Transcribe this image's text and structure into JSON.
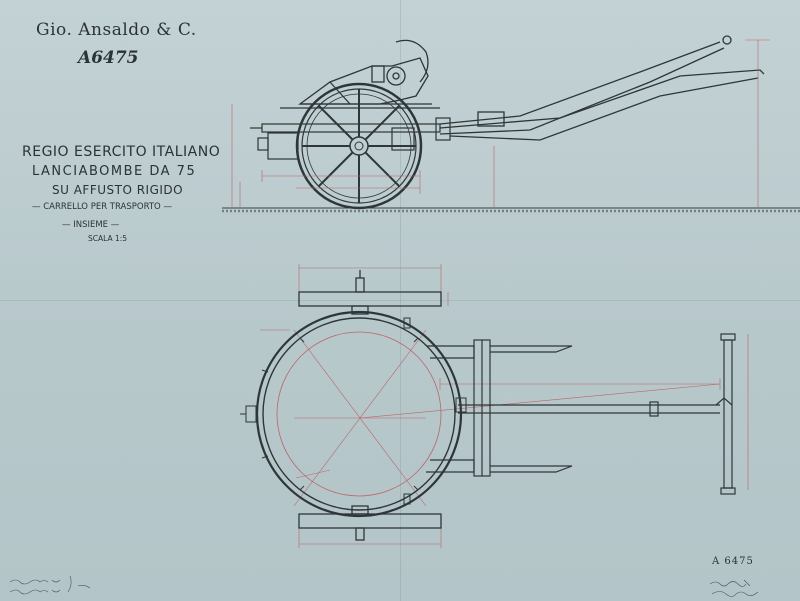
{
  "title_block": {
    "company": "Gio. Ansaldo & C.",
    "drawing_code": "A6475",
    "line1": "REGIO ESERCITO ITALIANO",
    "line2": "LANCIABOMBE DA 75",
    "line3": "SU AFFUSTO RIGIDO",
    "line4": "— CARRELLO PER TRASPORTO —",
    "line5": "— INSIEME —",
    "scale": "SCALA 1:5"
  },
  "footer": {
    "drawing_code": "A 6475"
  },
  "colors": {
    "paper": "#bccbce",
    "ink": "#2b3336",
    "red_line": "#b9656a"
  }
}
